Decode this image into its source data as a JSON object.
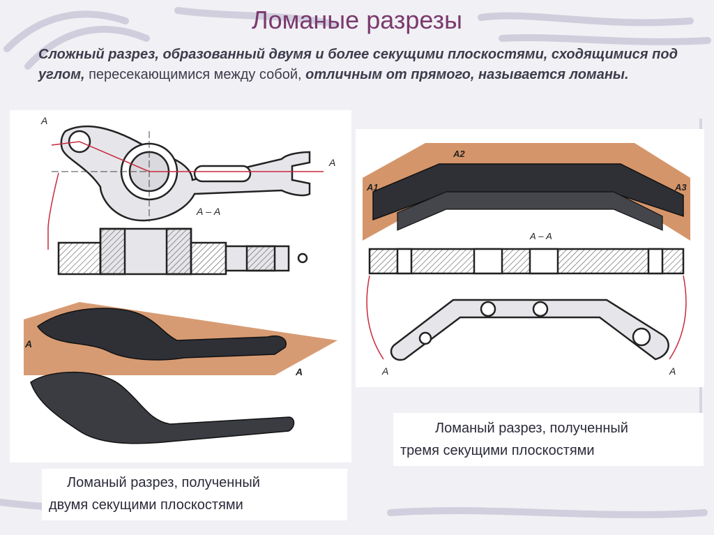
{
  "slide": {
    "title": "Ломаные разрезы",
    "definition": {
      "part1": "Сложный разрез, образованный двумя и более секущими плоскостями, сходящимися под углом,",
      "part2": " пересекающимися между собой, ",
      "part3": "отличным от прямого,",
      "part4": " называется ломаны."
    }
  },
  "figure_left": {
    "label_a_top": "А",
    "label_a_right": "А",
    "section_label": "А – А",
    "plane_label_left": "А",
    "plane_label_right": "А"
  },
  "figure_right": {
    "label_a1": "А1",
    "label_a2": "А2",
    "label_a3": "А3",
    "section_label": "А – А",
    "label_a_left": "А",
    "label_a_right": "А"
  },
  "captions": {
    "left_line1": "Ломаный разрез, полученный",
    "left_line2": "двумя секущими плоскостями",
    "right_line1": "Ломаный разрез, полученный",
    "right_line2": "тремя секущими плоскостями"
  },
  "colors": {
    "title": "#7a3a6e",
    "plane": "#d08a5a",
    "section_line": "#c8283c",
    "dark_part": "#2e3036"
  }
}
